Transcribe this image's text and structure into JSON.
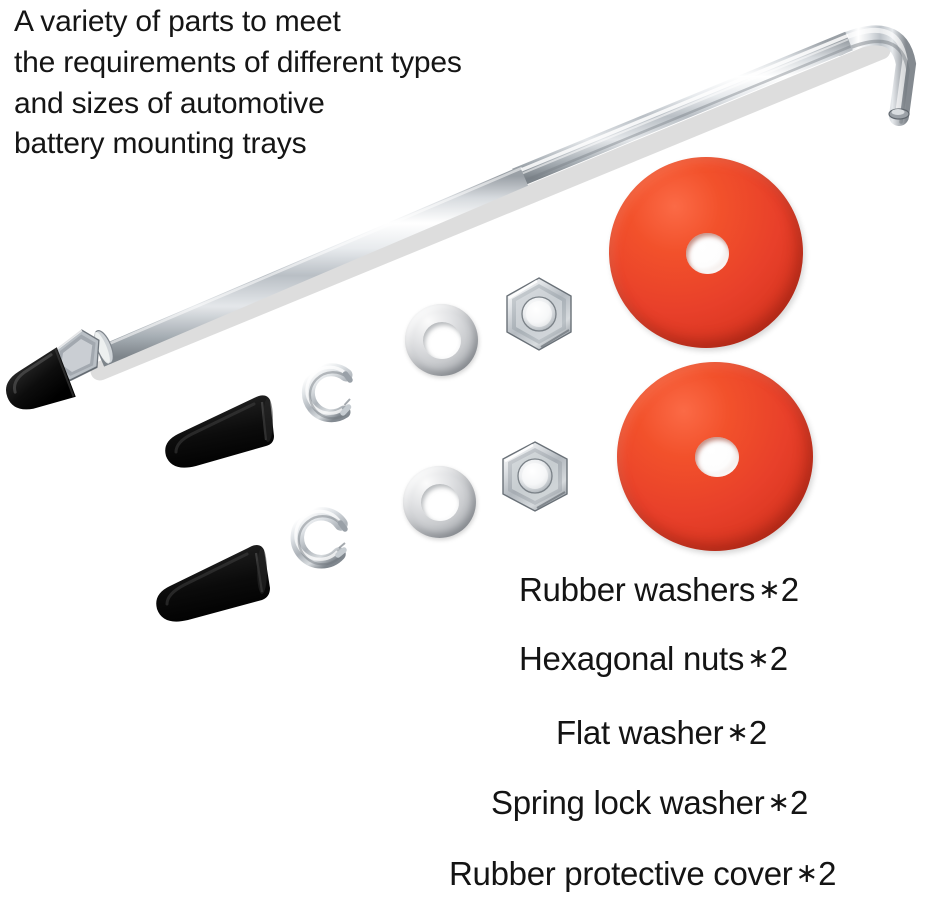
{
  "heading": {
    "text": "A variety of parts to meet\n the requirements of different types\n and sizes of automotive\n battery mounting trays"
  },
  "colors": {
    "background": "#ffffff",
    "text": "#141414",
    "rubber_washer_red": "#e8402a",
    "rubber_washer_red_highlight": "#fb6a46",
    "rubber_washer_red_shadow": "#b62a19",
    "metal_light": "#fbfbfb",
    "metal_mid": "#c8cacd",
    "metal_dark": "#8e9296",
    "rubber_black": "#101010"
  },
  "parts": [
    {
      "id": "rubber-washer",
      "label": "Rubber washers",
      "qty_symbol": "∗",
      "qty": "2",
      "count": 2,
      "color": "#e8402a"
    },
    {
      "id": "hexagonal-nut",
      "label": "Hexagonal nuts",
      "qty_symbol": "∗",
      "qty": "2",
      "count": 2,
      "color": "#c8cacd"
    },
    {
      "id": "flat-washer",
      "label": "Flat washer",
      "qty_symbol": "∗",
      "qty": "2",
      "count": 2,
      "color": "#c8cacd"
    },
    {
      "id": "spring-lock-washer",
      "label": "Spring lock washer",
      "qty_symbol": "∗",
      "qty": "2",
      "count": 2,
      "color": "#c8cacd"
    },
    {
      "id": "rubber-cover",
      "label": "Rubber protective cover",
      "qty_symbol": "∗",
      "qty": "2",
      "count": 2,
      "color": "#101010"
    }
  ],
  "jbolt": {
    "name": "J-hook battery hold down bolt",
    "has_threaded_shaft": true,
    "has_smooth_shank": true,
    "end_fittings": [
      "rubber protective cover",
      "hexagonal nut",
      "flat washer"
    ]
  }
}
